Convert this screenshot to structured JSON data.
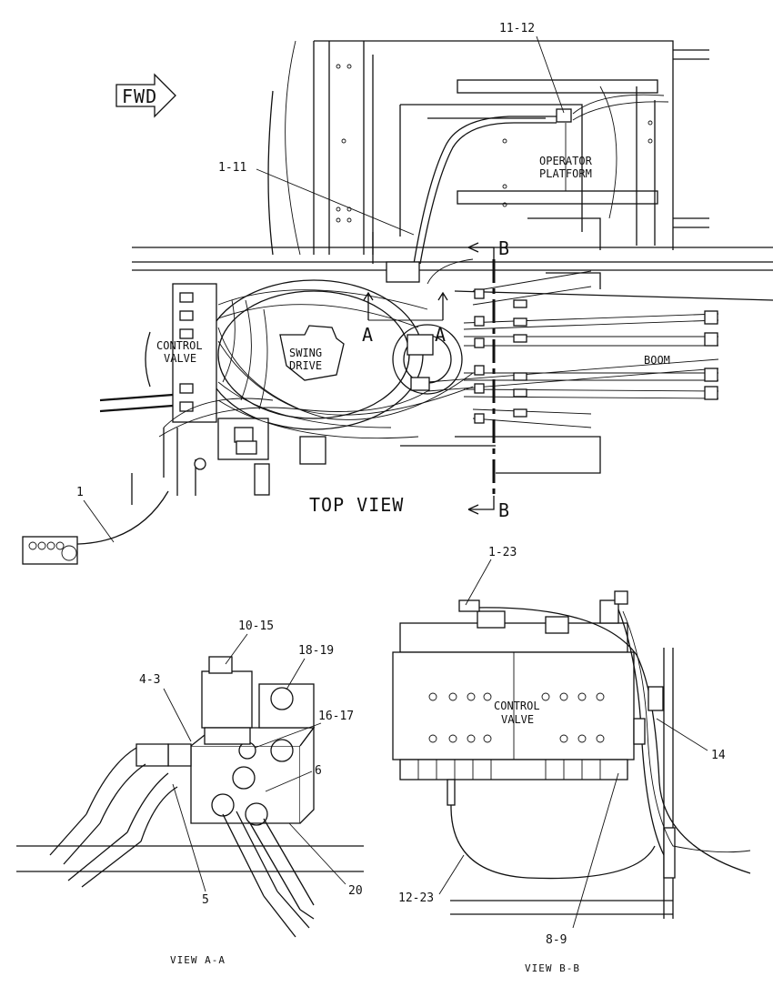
{
  "top_view": {
    "fwd": "FWD",
    "callouts": {
      "c_11_12": "11-12",
      "c_1_11": "1-11",
      "c_1": "1"
    },
    "section_a": "A",
    "section_a2": "A",
    "section_b_top": "B",
    "section_b_bottom": "B",
    "operator_platform_1": "OPERATOR",
    "operator_platform_2": "PLATFORM",
    "control_valve_1": "CONTROL",
    "control_valve_2": "VALVE",
    "swing_drive_1": "SWING",
    "swing_drive_2": "DRIVE",
    "boom": "BOOM",
    "caption": "TOP VIEW"
  },
  "view_a": {
    "callouts": {
      "c_10_15": "10-15",
      "c_18_19": "18-19",
      "c_4_3": "4-3",
      "c_16_17": "16-17",
      "c_6": "6",
      "c_5": "5",
      "c_20": "20"
    },
    "caption": "VIEW A-A"
  },
  "view_b": {
    "callouts": {
      "c_1_23": "1-23",
      "c_14": "14",
      "c_12_23": "12-23",
      "c_8_9": "8-9"
    },
    "control_valve_1": "CONTROL",
    "control_valve_2": "VALVE",
    "caption": "VIEW B-B"
  }
}
